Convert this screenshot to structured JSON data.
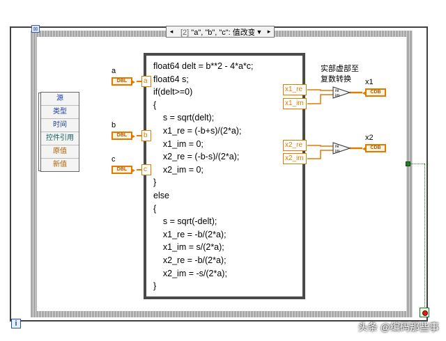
{
  "case_selector": {
    "index": "[2]",
    "label": "\"a\", \"b\", \"c\": 值改变",
    "prev_arrow": "◂",
    "next_arrow": "▸",
    "dropdown_arrow": "▼"
  },
  "event_node": {
    "rows": [
      {
        "text": "源",
        "color": "#1b3fa0"
      },
      {
        "text": "类型",
        "color": "#1b3fa0"
      },
      {
        "text": "时间",
        "color": "#1b3fa0"
      },
      {
        "text": "控件引用",
        "color": "#106060"
      },
      {
        "text": "原值",
        "color": "#b06000"
      },
      {
        "text": "新值",
        "color": "#b06000"
      }
    ]
  },
  "controls": {
    "a": {
      "label": "a",
      "type": "DBL",
      "input_var": "a"
    },
    "b": {
      "label": "b",
      "type": "DBL",
      "input_var": "b"
    },
    "c": {
      "label": "c",
      "type": "DBL",
      "input_var": "c"
    }
  },
  "formula_node": {
    "code": "float64 delt = b**2 - 4*a*c;\nfloat64 s;\nif(delt>=0)\n{\n    s = sqrt(delt);\n    x1_re = (-b+s)/(2*a);\n    x1_im = 0;\n    x2_re = (-b-s)/(2*a);\n    x2_im = 0;\n}\nelse\n{\n    s = sqrt(-delt);\n    x1_re = -b/(2*a);\n    x1_im = s/(2*a);\n    x2_re = -b/(2*a);\n    x2_im = -s/(2*a);\n}",
    "outputs": [
      "x1_re",
      "x1_im",
      "x2_re",
      "x2_im"
    ]
  },
  "convert_caption": "实部虚部至\n复数转换",
  "indicators": {
    "x1": {
      "label": "x1",
      "type": "CDB"
    },
    "x2": {
      "label": "x2",
      "type": "CDB"
    }
  },
  "re_im_node": {
    "re": "re",
    "im": "im"
  },
  "tunnel_icon": "⊠",
  "info_icon": "i",
  "watermark": "头条 @编码那些事",
  "colors": {
    "dbl_wire": "#e07b00",
    "bool_wire": "#208020",
    "frame": "#a9a9a9"
  }
}
